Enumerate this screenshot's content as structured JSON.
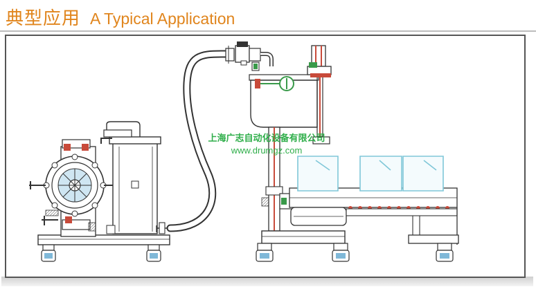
{
  "header": {
    "title_cn": "典型应用",
    "title_en": "A Typical Application"
  },
  "watermark": {
    "company": "上海广志自动化设备有限公司",
    "url": "www.drumgz.com"
  },
  "colors": {
    "title": "#e0851d",
    "watermark": "#2fae4a",
    "line": "#333333",
    "container": "#7fc7d8",
    "accent_red": "#c84a3a",
    "accent_green": "#3a9a4a"
  }
}
